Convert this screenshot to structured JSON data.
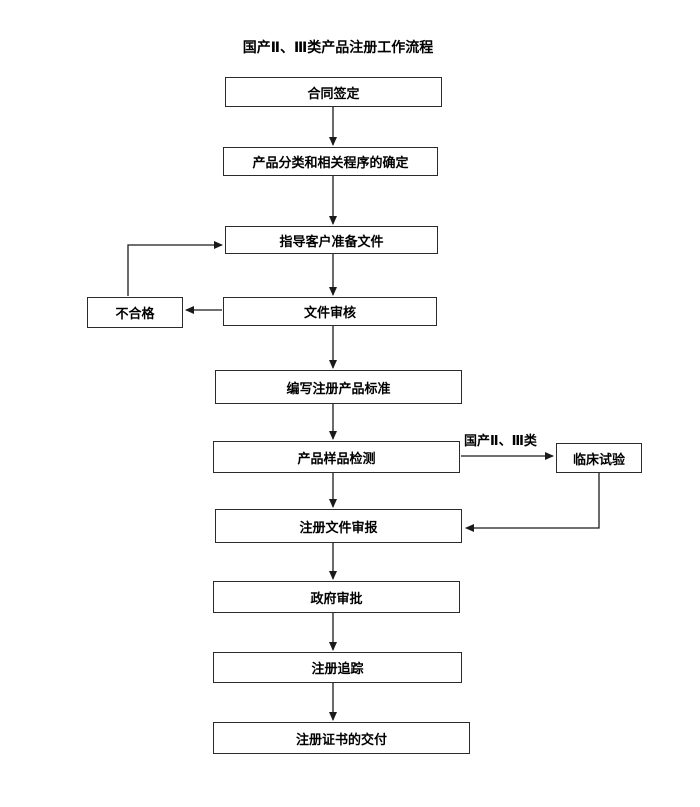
{
  "flowchart": {
    "title": "国产Ⅱ、Ⅲ类产品注册工作流程",
    "nodes": {
      "contract": "合同签定",
      "classification": "产品分类和相关程序的确定",
      "guide_docs": "指导客户准备文件",
      "doc_review": "文件审核",
      "unqualified": "不合格",
      "write_standard": "编写注册产品标准",
      "sample_testing": "产品样品检测",
      "clinical_trial": "临床试验",
      "registration_submission": "注册文件审报",
      "government_approval": "政府审批",
      "registration_tracking": "注册追踪",
      "certificate_delivery": "注册证书的交付"
    },
    "edge_label": "国产Ⅱ、Ⅲ类",
    "colors": {
      "line": "#1a1a1a",
      "text": "#000000",
      "background": "#ffffff"
    }
  }
}
